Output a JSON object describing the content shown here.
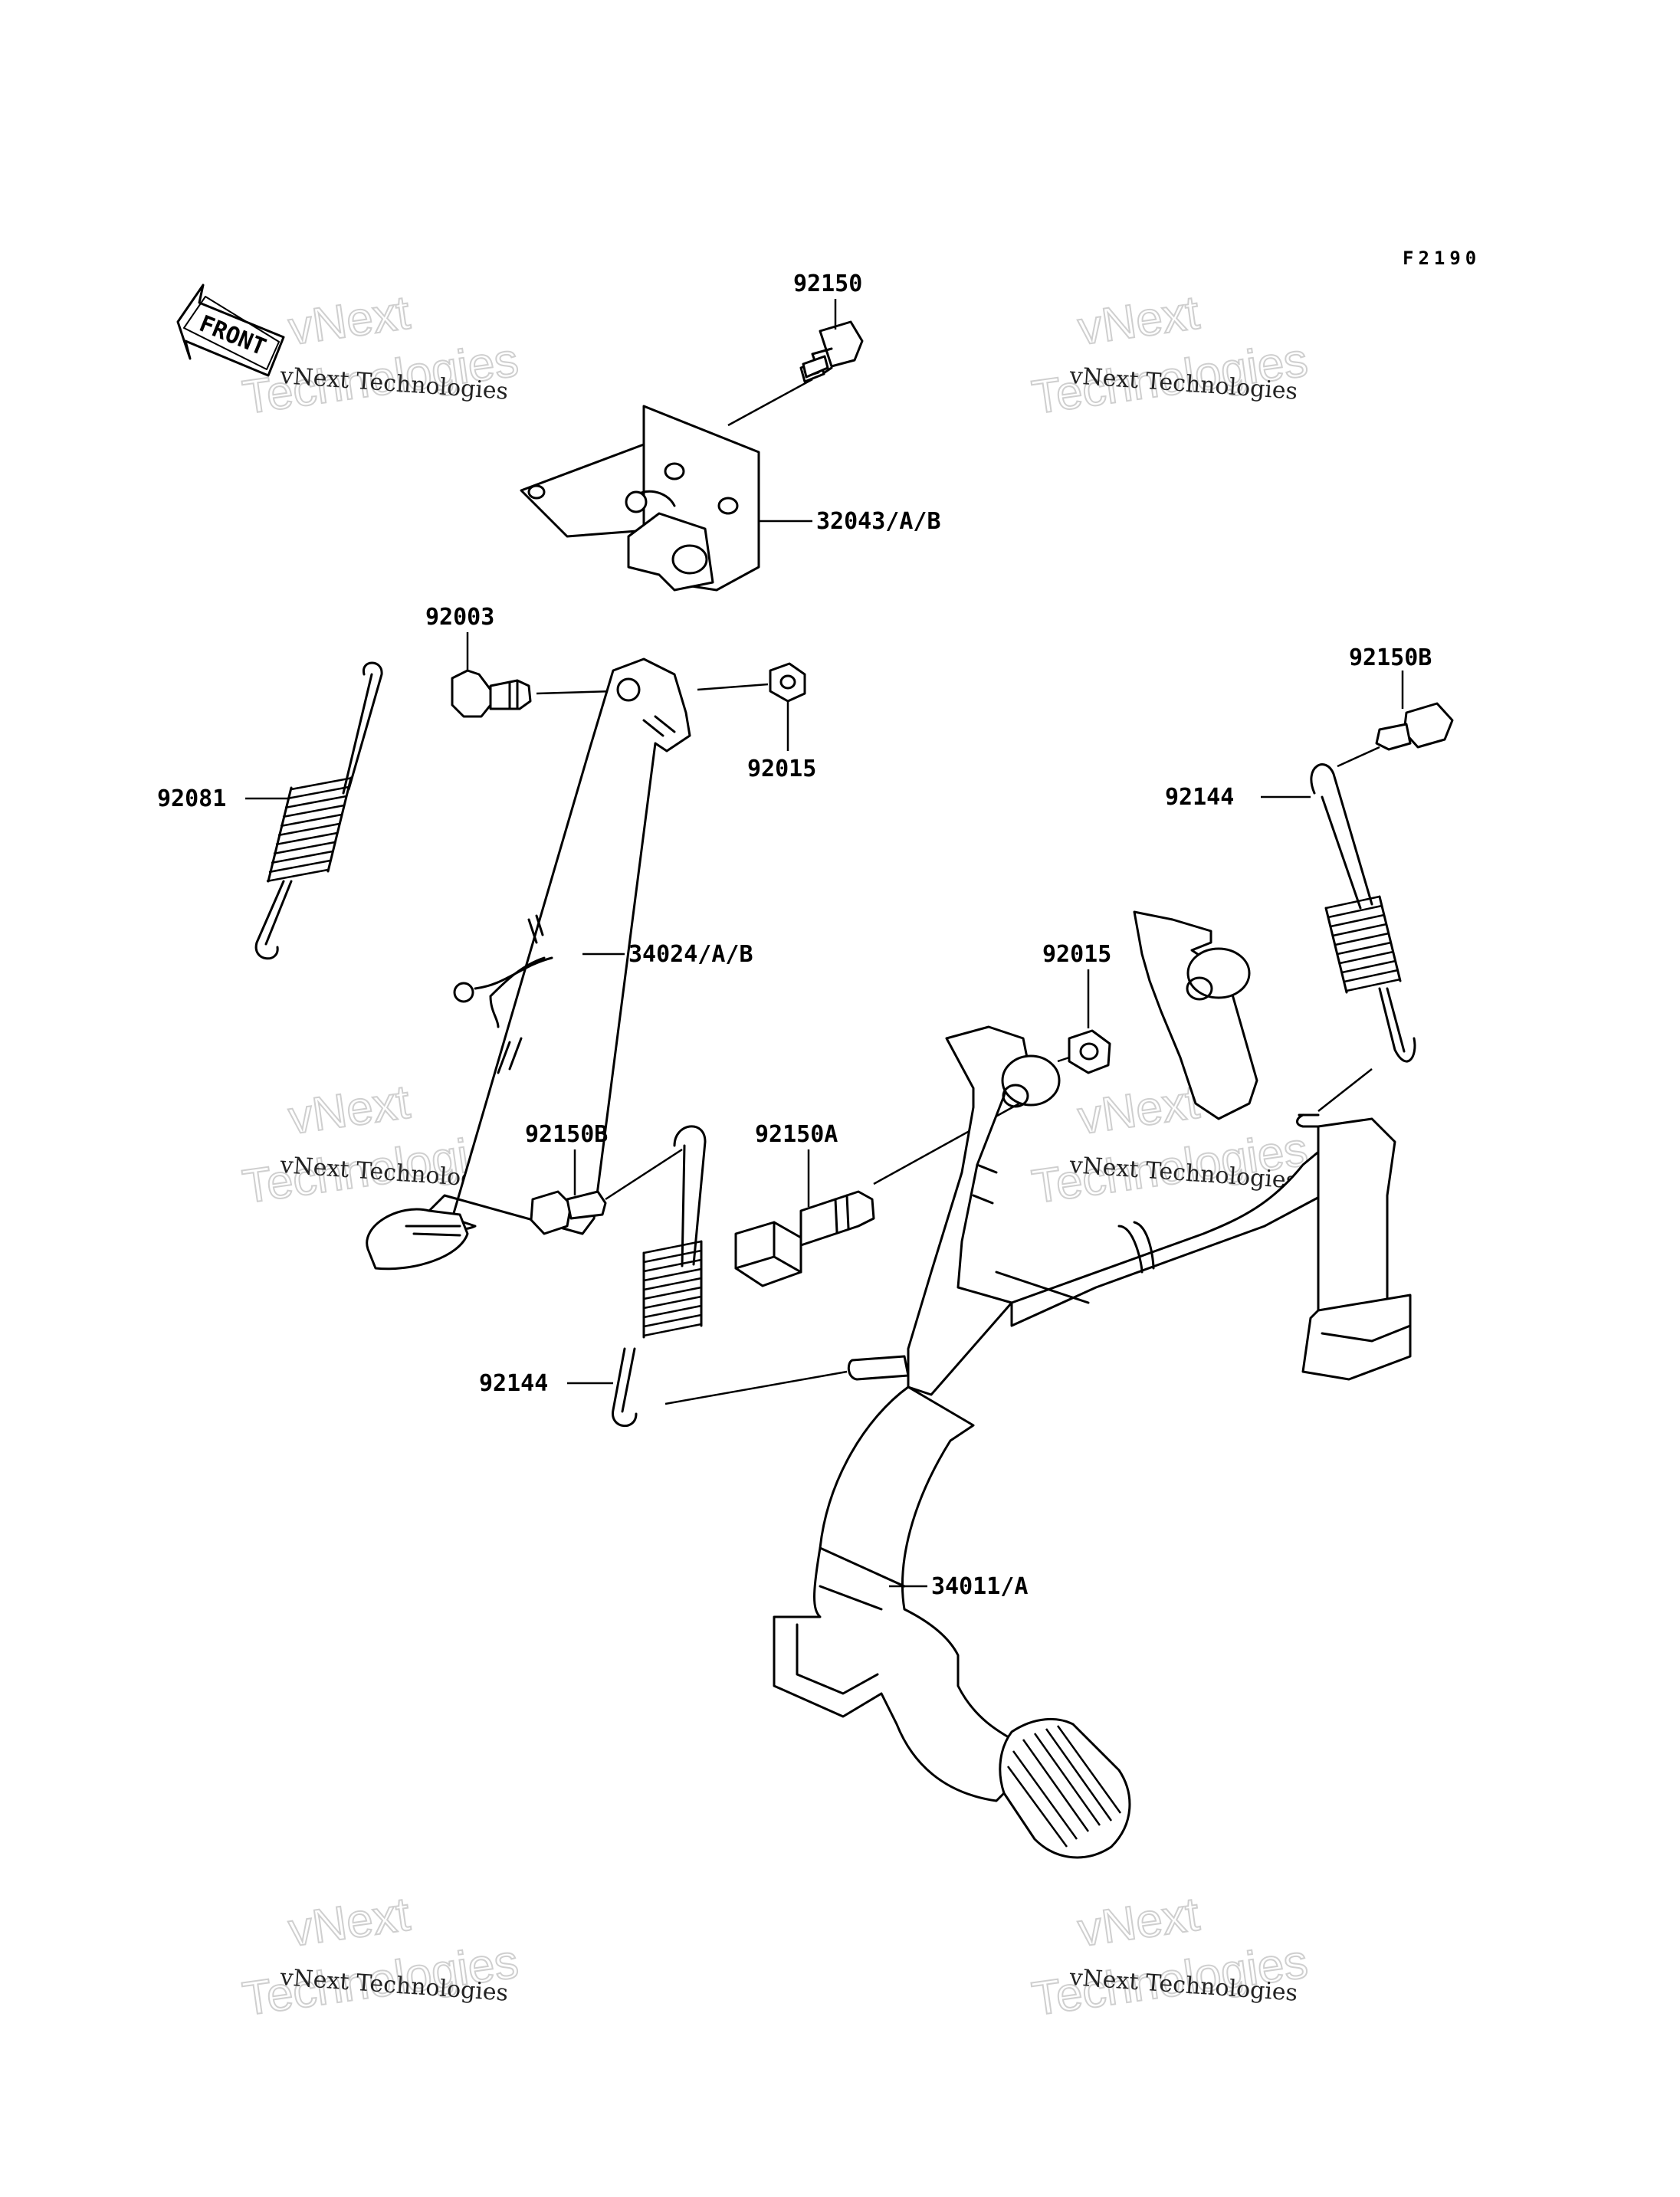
{
  "figure_code": "F2190",
  "front_label": "FRONT",
  "watermark": {
    "line1": "vNext Technologies",
    "big_a": "vNext",
    "big_b": "Technologies"
  },
  "labels": {
    "p92150": "92150",
    "p32043": "32043/A/B",
    "p92003": "92003",
    "p92015_top": "92015",
    "p92081": "92081",
    "p34024": "34024/A/B",
    "p92150B_right": "92150B",
    "p92144_right": "92144",
    "p92015_mid": "92015",
    "p92150B_left": "92150B",
    "p92150A": "92150A",
    "p92144_left": "92144",
    "p34011": "34011/A"
  }
}
